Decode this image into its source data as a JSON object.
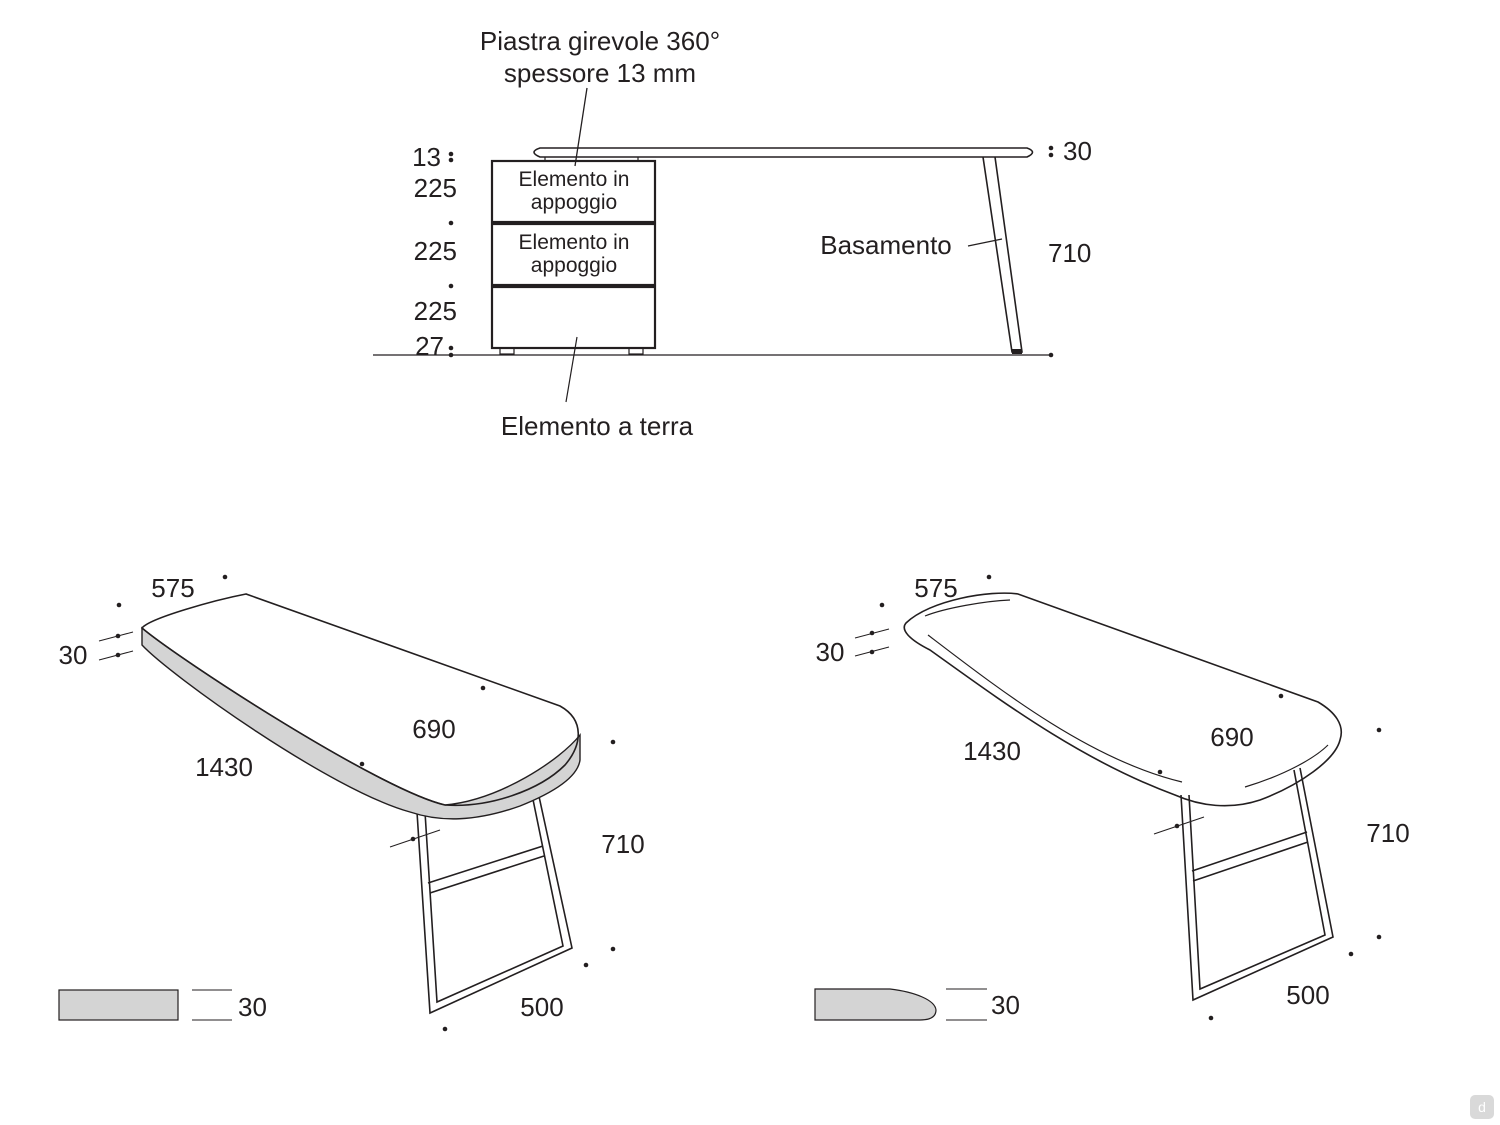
{
  "elevation": {
    "plate_label_line1": "Piastra girevole 360°",
    "plate_label_line2": "spessore 13 mm",
    "dim_13": "13",
    "dim_225_a": "225",
    "dim_225_b": "225",
    "dim_225_c": "225",
    "dim_27": "27",
    "dim_30": "30",
    "dim_710": "710",
    "drawer1_line1": "Elemento in",
    "drawer1_line2": "appoggio",
    "drawer2_line1": "Elemento in",
    "drawer2_line2": "appoggio",
    "base_label": "Basamento",
    "ground_label": "Elemento a terra"
  },
  "left_view": {
    "dim_575": "575",
    "dim_30": "30",
    "dim_690": "690",
    "dim_1430": "1430",
    "dim_710": "710",
    "dim_500": "500",
    "edge_dim_30": "30",
    "edge_profile": "square"
  },
  "right_view": {
    "dim_575": "575",
    "dim_30": "30",
    "dim_690": "690",
    "dim_1430": "1430",
    "dim_710": "710",
    "dim_500": "500",
    "edge_dim_30": "30",
    "edge_profile": "bevelled"
  },
  "corner_logo": "d",
  "colors": {
    "line": "#231f20",
    "top_edge": "#d4d4d4",
    "background": "#ffffff"
  }
}
